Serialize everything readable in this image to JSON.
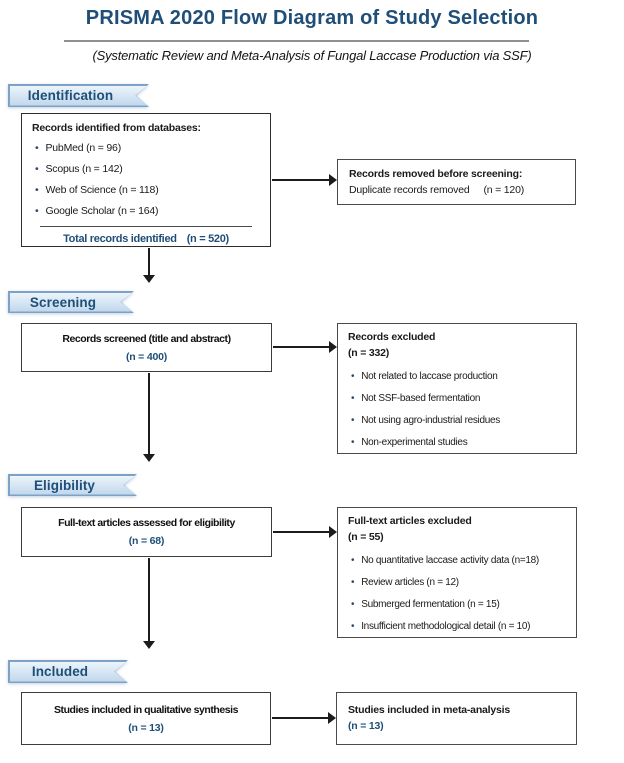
{
  "header": {
    "title": "PRISMA 2020 Flow Diagram of Study Selection",
    "subtitle": "(Systematic Review and Meta-Analysis of Fungal Laccase Production via SSF)"
  },
  "phases": {
    "identification": "Identification",
    "screening": "Screening",
    "eligibility": "Eligibility",
    "included": "Included"
  },
  "boxes": {
    "records_identified": {
      "title": "Records identified from databases:",
      "items": [
        "PubMed (n = 96)",
        "Scopus (n = 142)",
        "Web of Science (n = 118)",
        "Google Scholar (n = 164)"
      ],
      "total_label": "Total records identified",
      "total_count": "(n = 520)"
    },
    "records_removed": {
      "title": "Records removed before screening:",
      "reason": "Duplicate records removed",
      "count": "(n = 120)"
    },
    "records_screened": {
      "line1": "Records screened (title and abstract)",
      "count": "(n = 400)"
    },
    "records_excluded": {
      "title": "Records excluded",
      "count": "(n = 332)",
      "items": [
        "Not related to laccase production",
        "Not SSF-based fermentation",
        "Not using agro-industrial residues",
        "Non-experimental studies"
      ]
    },
    "fulltext_assessed": {
      "line1": "Full-text articles assessed for eligibility",
      "count": "(n = 68)"
    },
    "fulltext_excluded": {
      "title": "Full-text articles excluded",
      "count": "(n = 55)",
      "items": [
        "No quantitative laccase activity data (n=18)",
        "Review articles (n = 12)",
        "Submerged fermentation (n = 15)",
        "Insufficient methodological detail (n = 10)"
      ]
    },
    "qualitative_synthesis": {
      "line1": "Studies included in qualitative synthesis",
      "count": "(n = 13)"
    },
    "meta_analysis": {
      "line1": "Studies included in meta-analysis",
      "count": "(n = 13)"
    }
  },
  "icons": {
    "bullet": "•"
  },
  "colors": {
    "navy": "#1f4e79",
    "banner_border": "#7ea2c6",
    "banner_fill_top": "#ecf4fb",
    "banner_fill_bottom": "#c0d7eb",
    "box_border": "#3c3c3c",
    "arrow": "#1c1c1c",
    "rule": "#8f8f8f"
  }
}
